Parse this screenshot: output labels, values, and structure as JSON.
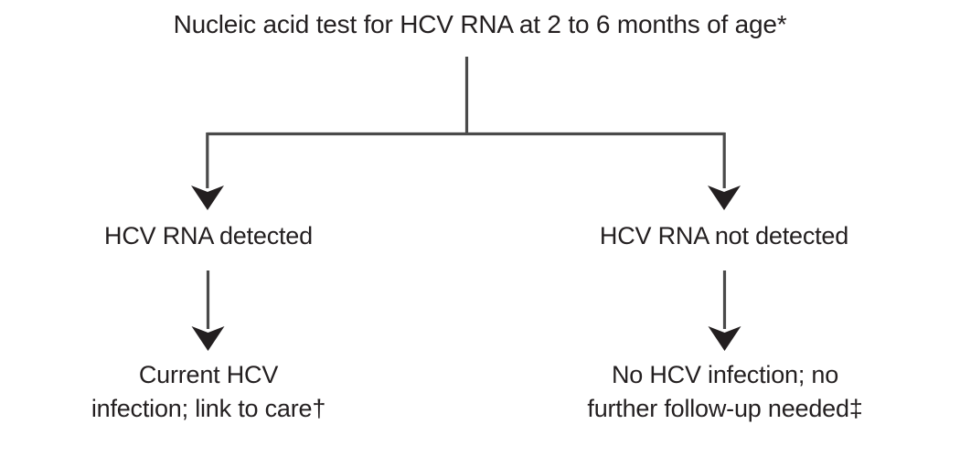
{
  "diagram": {
    "kind": "clinical-decision-flowchart",
    "background_color": "#ffffff",
    "text_color": "#231f20",
    "line_color": "#4a4a4a",
    "title": "Nucleic acid test for HCV RNA at 2 to 6 months of age*",
    "branches": [
      {
        "id": "positive",
        "label": "HCV RNA detected",
        "outcome_line1": "Current HCV",
        "outcome_line2": "infection; link to care†"
      },
      {
        "id": "negative",
        "label": "HCV RNA not detected",
        "outcome_line1": "No HCV infection; no",
        "outcome_line2": "further follow-up needed‡"
      }
    ],
    "footnote_markers": [
      "*",
      "†",
      "‡"
    ]
  }
}
